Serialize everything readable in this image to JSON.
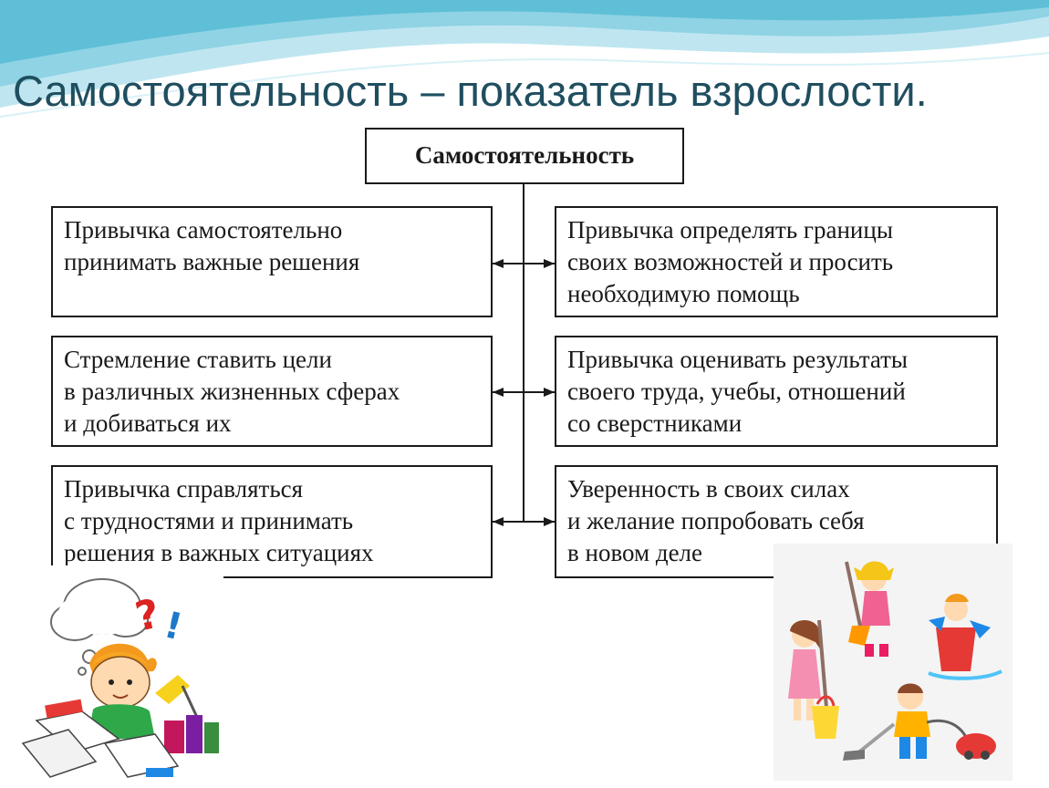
{
  "slide": {
    "title": "Самостоятельность – показатель взрослости."
  },
  "diagram": {
    "root": "Самостоятельность",
    "left": [
      "Привычка самостоятельно\nпринимать важные решения",
      "Стремление ставить цели\nв различных жизненных сферах\nи добиваться их",
      "Привычка справляться\nс трудностями и принимать\nрешения в важных ситуациях"
    ],
    "right": [
      "Привычка определять границы\nсвоих возможностей и просить\nнеобходимую помощь",
      "Привычка оценивать результаты\nсвоего труда, учебы, отношений\nсо сверстниками",
      "Уверенность в своих силах\nи желание попробовать себя\nв новом деле"
    ]
  },
  "colors": {
    "title": "#1f4e5f",
    "wave": "#8fd3e4",
    "border": "#1a1a1a"
  },
  "illustrations": [
    "boy-thinking-with-books-illustration",
    "children-cleaning-illustration"
  ]
}
